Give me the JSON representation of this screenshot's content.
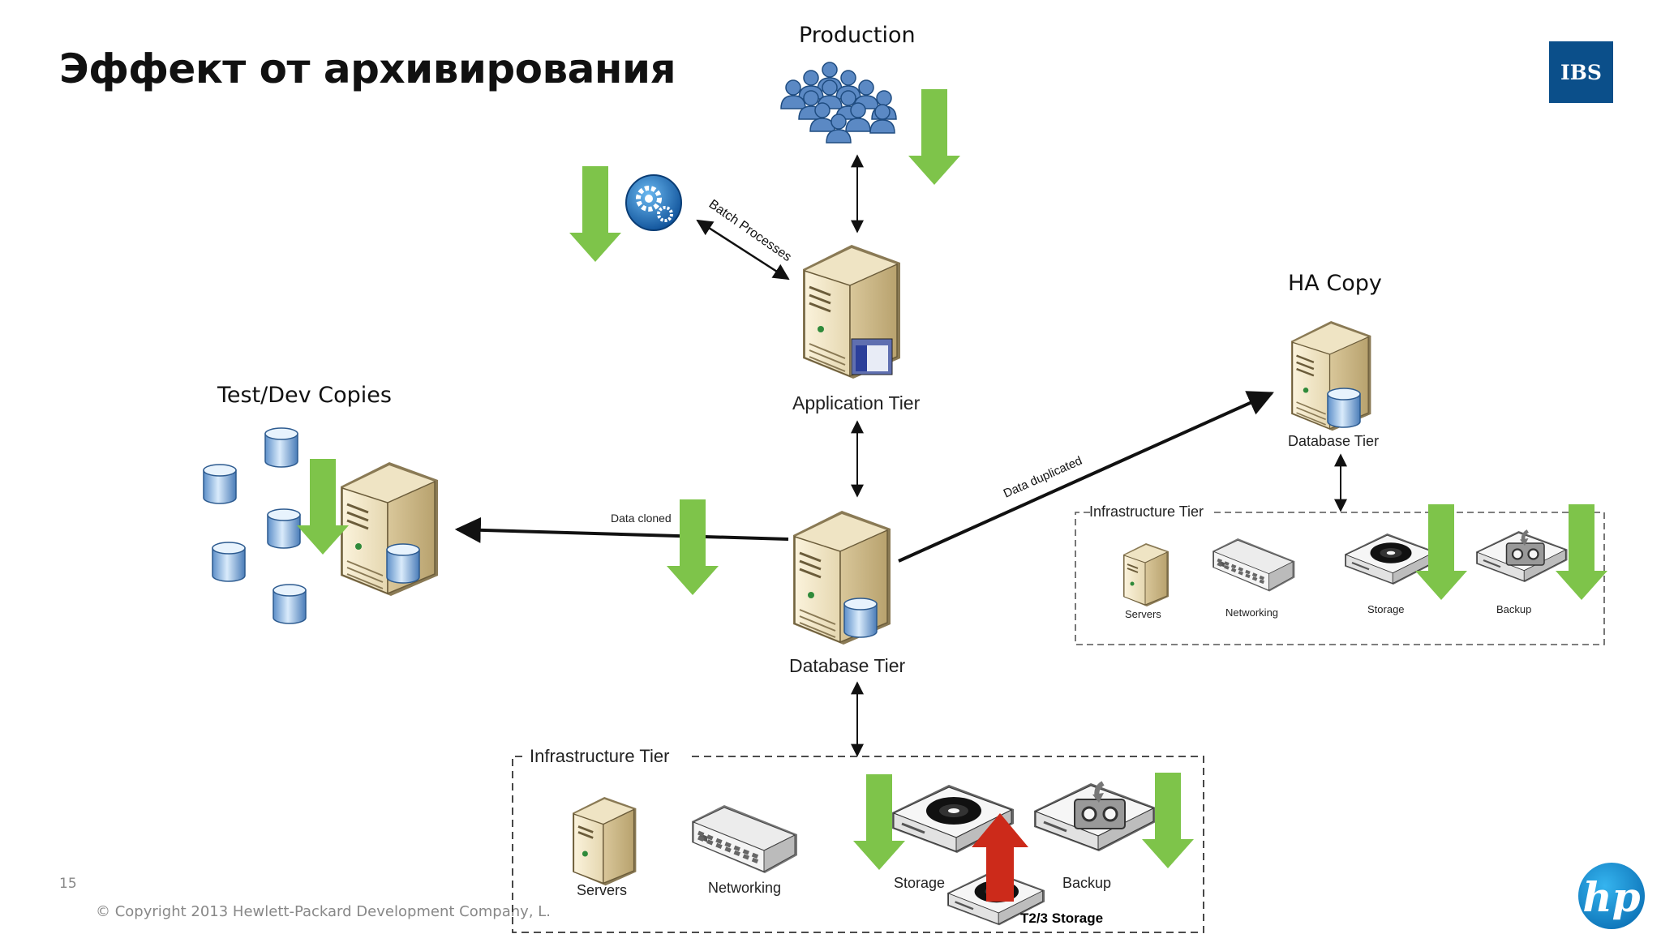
{
  "slide": {
    "title": "Эффект от архивирования",
    "page_number": "15",
    "copyright": "© Copyright 2013 Hewlett-Packard Development Company, L."
  },
  "logos": {
    "ibs": "IBS",
    "hp": "hp"
  },
  "labels": {
    "production": "Production",
    "application_tier": "Application Tier",
    "batch_processes": "Batch Processes",
    "database_tier_main": "Database Tier",
    "test_dev_copies": "Test/Dev Copies",
    "data_cloned": "Data cloned",
    "data_duplicated": "Data duplicated",
    "ha_copy": "HA Copy",
    "database_tier_ha": "Database Tier"
  },
  "infrastructure_main": {
    "title": "Infrastructure Tier",
    "servers": "Servers",
    "networking": "Networking",
    "storage": "Storage",
    "backup": "Backup",
    "t23_storage": "T2/3 Storage"
  },
  "infrastructure_ha": {
    "title": "Infrastructure Tier",
    "servers": "Servers",
    "networking": "Networking",
    "storage": "Storage",
    "backup": "Backup"
  },
  "colors": {
    "arrow_green": "#7ec44a",
    "arrow_red": "#cc2a1a",
    "ibs_blue": "#0b4f8a",
    "hp_blue": "#0f8fd6"
  }
}
